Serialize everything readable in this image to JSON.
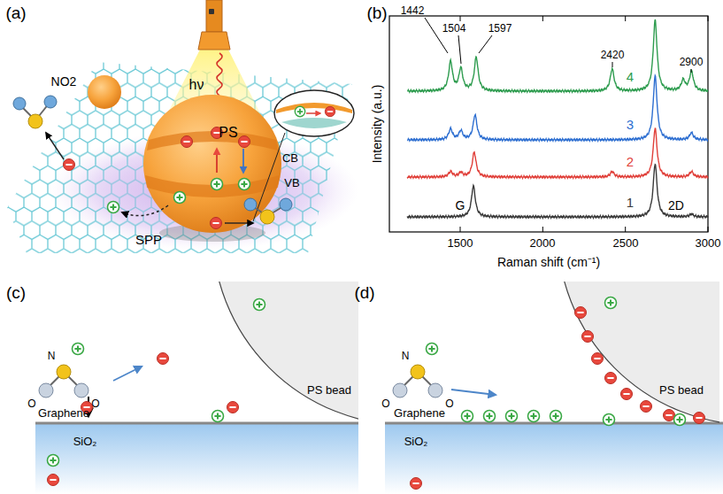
{
  "diagram": {
    "labels": [
      "(a)",
      "hν",
      "NO2",
      "PS",
      "CB",
      "VB",
      "SPP",
      "(b)",
      "1442",
      "1504",
      "1597",
      "2420",
      "2900",
      "4",
      "3",
      "2",
      "1",
      "G",
      "2D",
      "1500",
      "2000",
      "2500",
      "3000",
      "Intensity (a.u.)",
      "Raman shift (cm⁻¹)",
      "(c)",
      "N",
      "O",
      "O",
      "PS bead",
      "Graphene",
      "SiO₂",
      "(d)",
      "N",
      "O",
      "O",
      "PS bead",
      "Graphene",
      "SiO₂"
    ]
  }
}
